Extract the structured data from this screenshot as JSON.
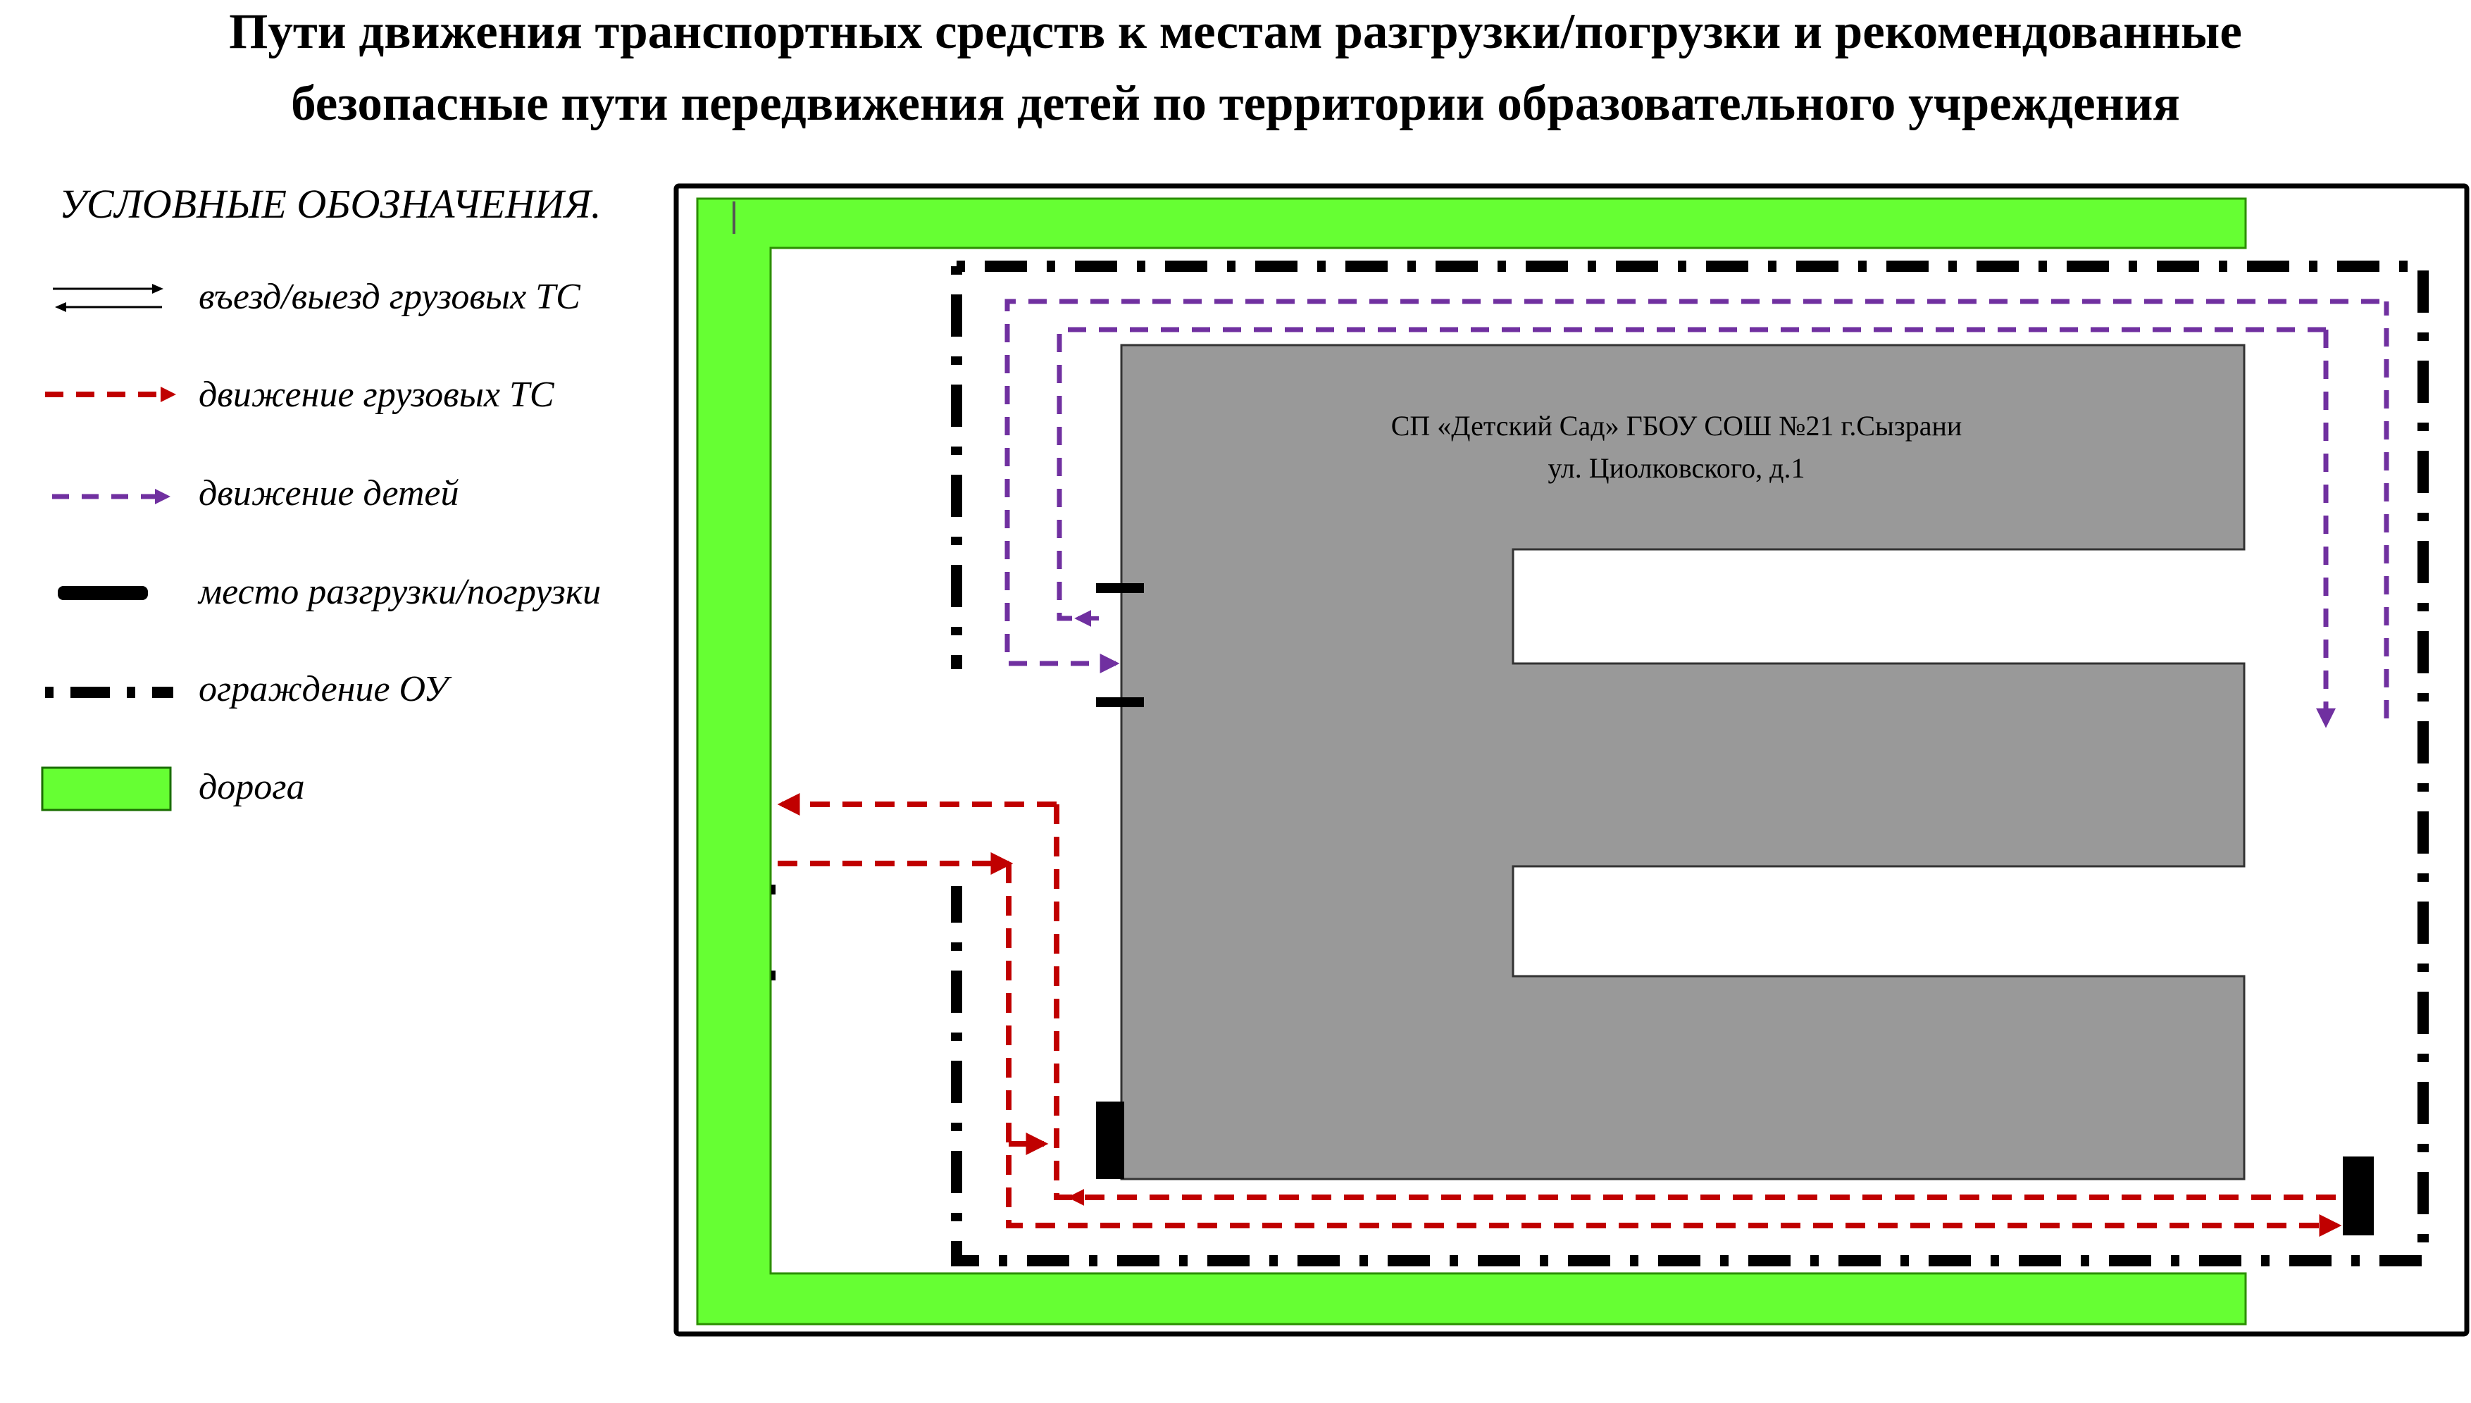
{
  "title": {
    "line1": "Пути движения транспортных средств к местам разгрузки/погрузки и рекомендованные",
    "line2": "безопасные пути передвижения детей по территории  образовательного учреждения"
  },
  "legend": {
    "heading": "УСЛОВНЫЕ ОБОЗНАЧЕНИЯ.",
    "items": [
      {
        "symbol": "double-arrow-icon",
        "label": "въезд/выезд грузовых ТС"
      },
      {
        "symbol": "red-dashed-arrow",
        "label": "движение грузовых ТС",
        "color": "#c00000"
      },
      {
        "symbol": "purple-dashed-arrow",
        "label": "движение детей",
        "color": "#7030a0"
      },
      {
        "symbol": "black-bar",
        "label": "место разгрузки/погрузки",
        "color": "#000000"
      },
      {
        "symbol": "dash-dot-line",
        "label": "ограждение ОУ",
        "color": "#000000"
      },
      {
        "symbol": "green-rectangle",
        "label": "дорога",
        "color": "#66ff33"
      }
    ]
  },
  "building": {
    "name": "СП «Детский Сад» ГБОУ СОШ №21 г.Сызрани",
    "address": "ул. Циолковского, д.1",
    "fill": "#999999"
  },
  "colors": {
    "road": "#66ff33",
    "truck_path": "#c00000",
    "children_path": "#7030a0",
    "fence": "#000000"
  }
}
